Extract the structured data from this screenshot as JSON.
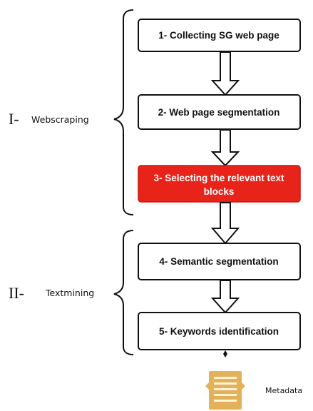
{
  "phases": [
    {
      "numeral": "I-",
      "label": "Webscraping"
    },
    {
      "numeral": "II-",
      "label": "Textmining"
    }
  ],
  "steps": [
    {
      "line1": "1- Collecting SG web page",
      "line2": "",
      "highlighted": false
    },
    {
      "line1": "2- Web page segmentation",
      "line2": "",
      "highlighted": false
    },
    {
      "line1": "3- Selecting the relevant text",
      "line2": "blocks",
      "highlighted": true
    },
    {
      "line1": "4- Semantic segmentation",
      "line2": "",
      "highlighted": false
    },
    {
      "line1": "5- Keywords identification",
      "line2": "",
      "highlighted": false
    }
  ],
  "output": {
    "label": "Metadata",
    "icon": "document-icon"
  },
  "colors": {
    "highlight": "#e8231a",
    "highlight_text": "#ffffff",
    "box_border": "#111111",
    "text": "#111111",
    "icon": "#e3b15a"
  }
}
